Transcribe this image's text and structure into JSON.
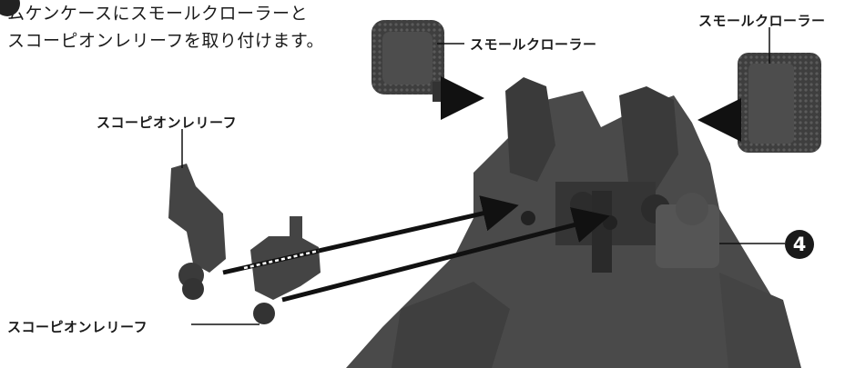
{
  "instruction": {
    "line1": "ムケンケースにスモールクローラーと",
    "line2": "スコーピオンレリーフを取り付けます。"
  },
  "labels": {
    "small_crawler_center": "スモールクローラー",
    "small_crawler_right": "スモールクローラー",
    "scorpion_relief_top": "スコーピオンレリーフ",
    "scorpion_relief_bottom": "スコーピオンレリーフ"
  },
  "badge_number": "4"
}
